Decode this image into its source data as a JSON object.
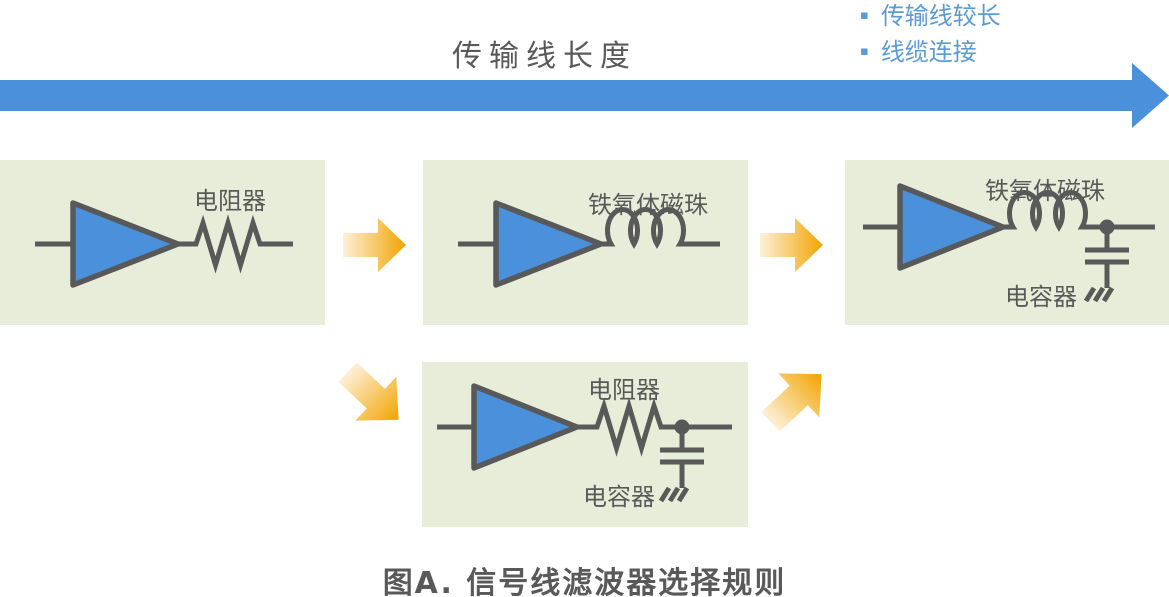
{
  "header": {
    "axis_label": "传输线长度",
    "notes": [
      "传输线较长",
      "线缆连接"
    ]
  },
  "cells": {
    "resistor_only": {
      "component_label": "电阻器"
    },
    "ferrite_only": {
      "component_label": "铁氧体磁珠"
    },
    "ferrite_capacitor": {
      "component_label": "铁氧体磁珠",
      "capacitor_label": "电容器"
    },
    "resistor_capacitor": {
      "component_label": "电阻器",
      "capacitor_label": "电容器"
    }
  },
  "caption": "图A.  信号线滤波器选择规则",
  "colors": {
    "timeline_arrow_blue": "#4a90da",
    "note_text_blue": "#5b9bd5",
    "amplifier_fill_blue": "#4a90db",
    "circuit_stroke_gray": "#595959",
    "cell_background_green": "#e8edd9",
    "step_arrow_orange": "#f2a400",
    "step_arrow_gradient_start": "#fdf0d8",
    "text_gray": "#595959"
  }
}
